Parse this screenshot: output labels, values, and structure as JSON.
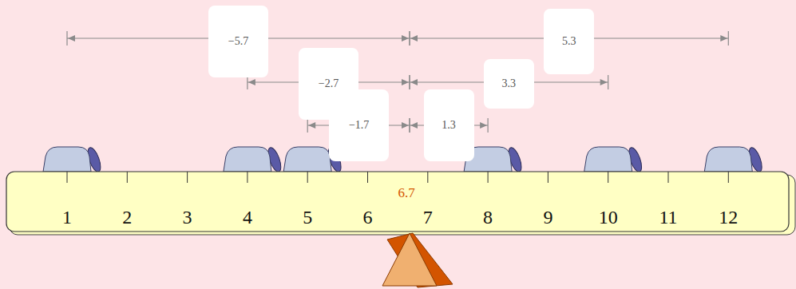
{
  "diagram": {
    "labels": [
      "−5.7",
      "5.3",
      "−2.7",
      "3.3",
      "−1.7",
      "1.3",
      "6.7",
      "1",
      "2",
      "3",
      "4",
      "5",
      "6",
      "7",
      "8",
      "9",
      "10",
      "11",
      "12"
    ]
  }
}
